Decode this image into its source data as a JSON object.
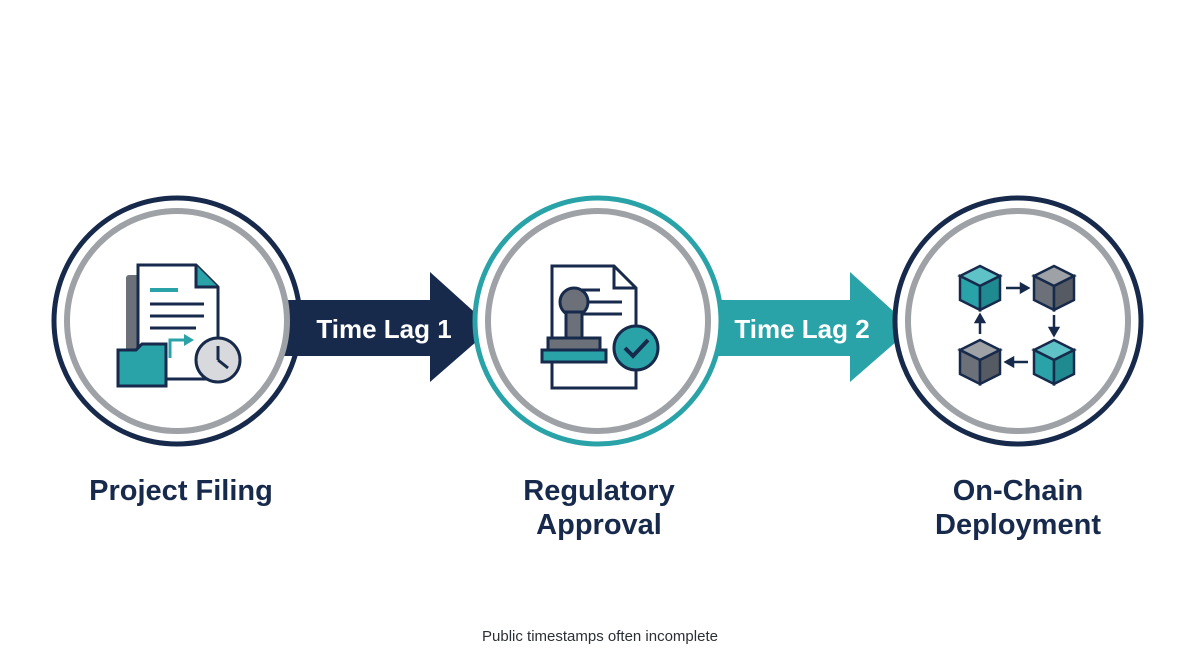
{
  "stages": [
    {
      "id": "project-filing",
      "lines": [
        "Project Filing"
      ],
      "icon": "document-folder-clock-icon"
    },
    {
      "id": "regulatory-approval",
      "lines": [
        "Regulatory",
        "Approval"
      ],
      "icon": "stamp-approval-icon"
    },
    {
      "id": "on-chain-deployment",
      "lines": [
        "On-Chain",
        "Deployment"
      ],
      "icon": "blockchain-blocks-icon"
    }
  ],
  "arrows": [
    {
      "label": "Time Lag 1",
      "color": "#172a4c"
    },
    {
      "label": "Time Lag 2",
      "color": "#2aa3a8"
    }
  ],
  "footnote": "Public timestamps often incomplete",
  "colors": {
    "navy": "#172a4c",
    "teal": "#2aa3a8",
    "gray_ring": "#9ea1a6",
    "icon_gray": "#6b7079"
  }
}
